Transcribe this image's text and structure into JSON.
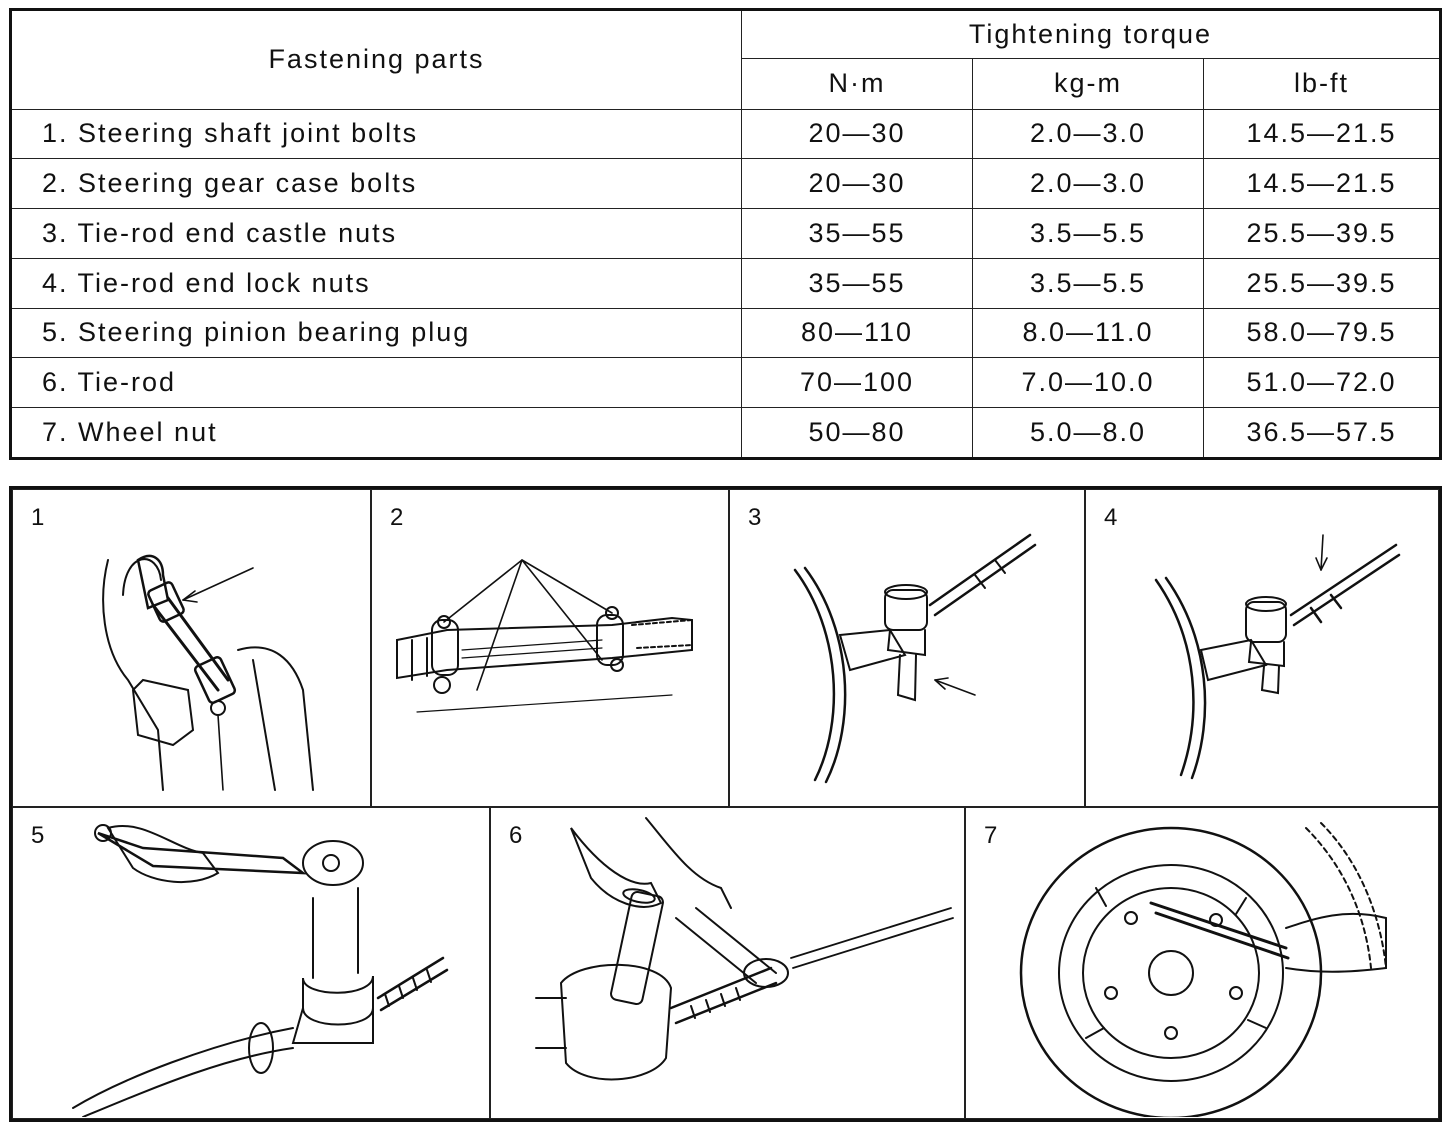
{
  "table": {
    "header": {
      "part": "Fastening parts",
      "torque": "Tightening torque",
      "units": [
        "N·m",
        "kg-m",
        "lb-ft"
      ]
    },
    "rows": [
      {
        "part": "1. Steering shaft joint bolts",
        "nm": "20—30",
        "kgm": "2.0—3.0",
        "lbft": "14.5—21.5"
      },
      {
        "part": "2. Steering gear case bolts",
        "nm": "20—30",
        "kgm": "2.0—3.0",
        "lbft": "14.5—21.5"
      },
      {
        "part": "3. Tie-rod end castle nuts",
        "nm": "35—55",
        "kgm": "3.5—5.5",
        "lbft": "25.5—39.5"
      },
      {
        "part": "4. Tie-rod end lock nuts",
        "nm": "35—55",
        "kgm": "3.5—5.5",
        "lbft": "25.5—39.5"
      },
      {
        "part": "5. Steering pinion bearing plug",
        "nm": "80—110",
        "kgm": "8.0—11.0",
        "lbft": "58.0—79.5"
      },
      {
        "part": "6. Tie-rod",
        "nm": "70—100",
        "kgm": "7.0—10.0",
        "lbft": "51.0—72.0"
      },
      {
        "part": "7. Wheel nut",
        "nm": "50—80",
        "kgm": "5.0—8.0",
        "lbft": "36.5—57.5"
      }
    ]
  },
  "figures": [
    {
      "num": "1",
      "icon": "steering-shaft-joint-illustration"
    },
    {
      "num": "2",
      "icon": "steering-gear-case-illustration"
    },
    {
      "num": "3",
      "icon": "tie-rod-castle-nut-illustration"
    },
    {
      "num": "4",
      "icon": "tie-rod-lock-nut-illustration"
    },
    {
      "num": "5",
      "icon": "pinion-bearing-plug-illustration"
    },
    {
      "num": "6",
      "icon": "tie-rod-wrench-illustration"
    },
    {
      "num": "7",
      "icon": "wheel-nut-illustration"
    }
  ]
}
